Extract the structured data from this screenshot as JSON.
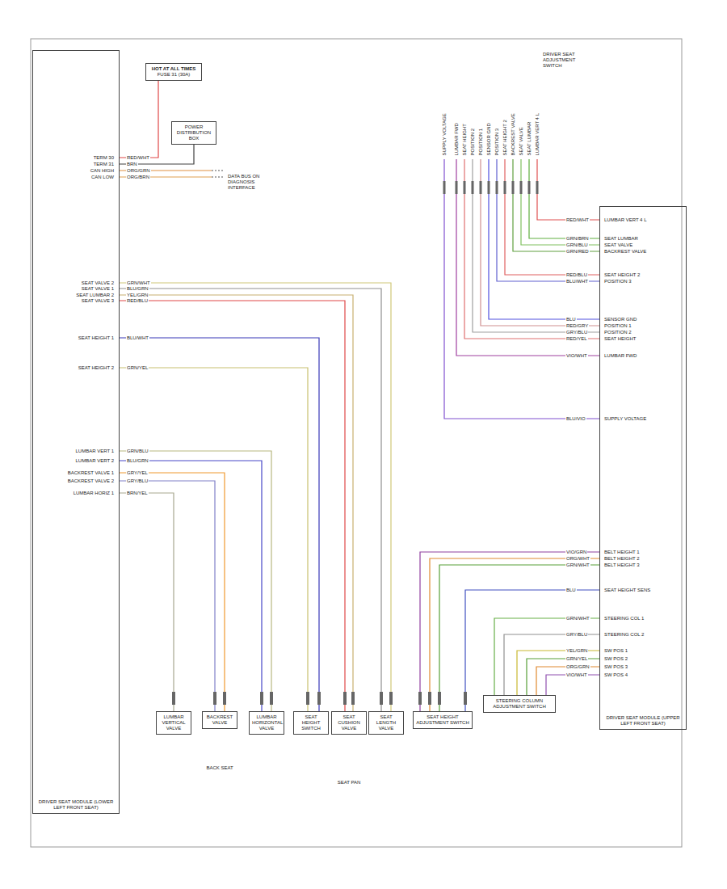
{
  "diagram": {
    "nodes": [
      {
        "text": [
          "DRIVER SEAT MODULE (LOWER LEFT FRONT SEAT)"
        ]
      },
      {
        "text": [
          "HOT AT ALL TIMES",
          "FUSE 31 (30A)"
        ]
      },
      {
        "text": [
          "POWER DISTRIBUTION BOX"
        ]
      },
      {
        "text": [
          "DRIVER SEAT MODULE (UPPER LEFT FRONT SEAT)"
        ]
      },
      {
        "text": [
          "LUMBAR VERTICAL VALVE"
        ]
      },
      {
        "text": [
          "BACKREST VALVE"
        ]
      },
      {
        "text": [
          "LUMBAR HORIZONTAL VALVE"
        ]
      },
      {
        "text": [
          "SEAT HEIGHT SWITCH"
        ]
      },
      {
        "text": [
          "SEAT CUSHION VALVE"
        ]
      },
      {
        "text": [
          "SEAT LENGTH VALVE"
        ]
      },
      {
        "text": [
          "SEAT HEIGHT ADJUSTMENT SWITCH"
        ]
      },
      {
        "text": [
          "STEERING COLUMN ADJUSTMENT SWITCH"
        ]
      }
    ],
    "edges": [
      {
        "from": 0,
        "to": 9,
        "arrow": "none"
      },
      {
        "from": 0,
        "to": 9,
        "arrow": "none"
      },
      {
        "from": 0,
        "to": 8,
        "arrow": "none"
      },
      {
        "from": 0,
        "to": 8,
        "arrow": "none"
      },
      {
        "from": 0,
        "to": 7,
        "arrow": "none"
      },
      {
        "from": 0,
        "to": 7,
        "arrow": "none"
      },
      {
        "from": 0,
        "to": 6,
        "arrow": "none"
      },
      {
        "from": 0,
        "to": 6,
        "arrow": "none"
      },
      {
        "from": 0,
        "to": 5,
        "arrow": "none"
      },
      {
        "from": 0,
        "to": 5,
        "arrow": "none"
      },
      {
        "from": 0,
        "to": 4,
        "arrow": "none"
      },
      {
        "from": 3,
        "to": 10,
        "arrow": "none"
      },
      {
        "from": 3,
        "to": 10,
        "arrow": "none"
      },
      {
        "from": 3,
        "to": 10,
        "arrow": "none"
      },
      {
        "from": 3,
        "to": 10,
        "arrow": "none"
      },
      {
        "from": 3,
        "to": 11,
        "arrow": "none"
      },
      {
        "from": 3,
        "to": 11,
        "arrow": "none"
      },
      {
        "from": 3,
        "to": 11,
        "arrow": "none"
      },
      {
        "from": 3,
        "to": 11,
        "arrow": "none"
      },
      {
        "from": 3,
        "to": 11,
        "arrow": "none"
      },
      {
        "from": 3,
        "to": 11,
        "arrow": "none"
      },
      {
        "from": 0,
        "to": 1,
        "arrow": "none"
      },
      {
        "from": 0,
        "to": 2,
        "arrow": "none"
      }
    ],
    "labels": [
      "TERM 30",
      "TERM 31",
      "CAN HIGH",
      "CAN LOW",
      "SEAT VALVE 2",
      "SEAT VALVE 1",
      "SEAT LUMBAR 2",
      "SEAT VALVE 3",
      "SEAT HEIGHT 1",
      "SEAT HEIGHT 2",
      "LUMBAR VERT 1",
      "LUMBAR VERT 2",
      "BACKREST VALVE 1",
      "BACKREST VALVE 2",
      "LUMBAR HORIZ 1",
      "RED/WHT",
      "BRN",
      "ORG/GRN",
      "ORG/BRN",
      "GRN/WHT",
      "BLU/GRN",
      "YEL/GRN",
      "RED/BLU",
      "BLU/WHT",
      "GRN/YEL",
      "GRN/BLU",
      "BLU/GRN",
      "GRY/YEL",
      "GRY/BLU",
      "BRN/YEL",
      "DATA BUS ON DIAGNOSIS INTERFACE",
      "DRIVER SEAT ADJUSTMENT SWITCH",
      "SUPPLY VOLTAGE",
      "LUMBAR FWD",
      "SEAT HEIGHT",
      "POSITION 2",
      "POSITION 1",
      "SENSOR GND",
      "POSITION 3",
      "SEAT HEIGHT 2",
      "BACKREST VALVE",
      "SEAT VALVE",
      "SEAT LUMBAR",
      "LUMBAR VERT 4 L",
      "SUPPLY VOLTAGE",
      "LUMBAR FWD",
      "SEAT HEIGHT",
      "POSITION 2",
      "POSITION 1",
      "SENSOR GND",
      "POSITION 3",
      "SEAT HEIGHT 2",
      "BACKREST VALVE",
      "SEAT VALVE",
      "SEAT LUMBAR",
      "LUMBAR VERT 4 L",
      "BLU/VIO",
      "VIO/WHT",
      "RED/YEL",
      "GRY/BLU",
      "RED/GRY",
      "BLU",
      "BLU/WHT",
      "RED/BLU",
      "GRN/RED",
      "GRN/BLU",
      "GRN/BRN",
      "RED/WHT",
      "BELT HEIGHT 1",
      "BELT HEIGHT 2",
      "BELT HEIGHT 3",
      "SEAT HEIGHT SENS",
      "STEERING COL 1",
      "STEERING COL 2",
      "SW POS 1",
      "SW POS 2",
      "SW POS 3",
      "SW POS 4",
      "VIO/GRN",
      "ORG/WHT",
      "GRN/WHT",
      "BLU",
      "GRN/WHT",
      "GRY/BLU",
      "YEL/GRN",
      "GRN/YEL",
      "ORG/GRN",
      "VIO/WHT",
      "BACK SEAT",
      "SEAT PAN"
    ]
  }
}
